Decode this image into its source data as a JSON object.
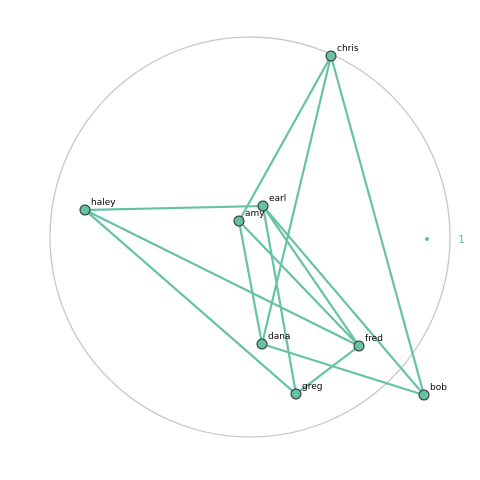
{
  "graph": {
    "edge_color": "#66c2a5",
    "node_fill": "#66c2a5",
    "node_stroke": "#333333",
    "boundary_color": "#c8c8c8",
    "nodes": [
      {
        "id": "chris",
        "label": "chris"
      },
      {
        "id": "haley",
        "label": "haley"
      },
      {
        "id": "earl",
        "label": "earl"
      },
      {
        "id": "amy",
        "label": "amy"
      },
      {
        "id": "dana",
        "label": "dana"
      },
      {
        "id": "fred",
        "label": "fred"
      },
      {
        "id": "greg",
        "label": "greg"
      },
      {
        "id": "bob",
        "label": "bob"
      }
    ],
    "edges": [
      [
        "chris",
        "amy"
      ],
      [
        "chris",
        "dana"
      ],
      [
        "chris",
        "bob"
      ],
      [
        "haley",
        "earl"
      ],
      [
        "haley",
        "fred"
      ],
      [
        "haley",
        "greg"
      ],
      [
        "earl",
        "fred"
      ],
      [
        "earl",
        "bob"
      ],
      [
        "earl",
        "greg"
      ],
      [
        "amy",
        "dana"
      ],
      [
        "amy",
        "fred"
      ],
      [
        "dana",
        "bob"
      ],
      [
        "fred",
        "greg"
      ]
    ],
    "marker": {
      "label": "1",
      "color": "#66c2a5"
    }
  }
}
